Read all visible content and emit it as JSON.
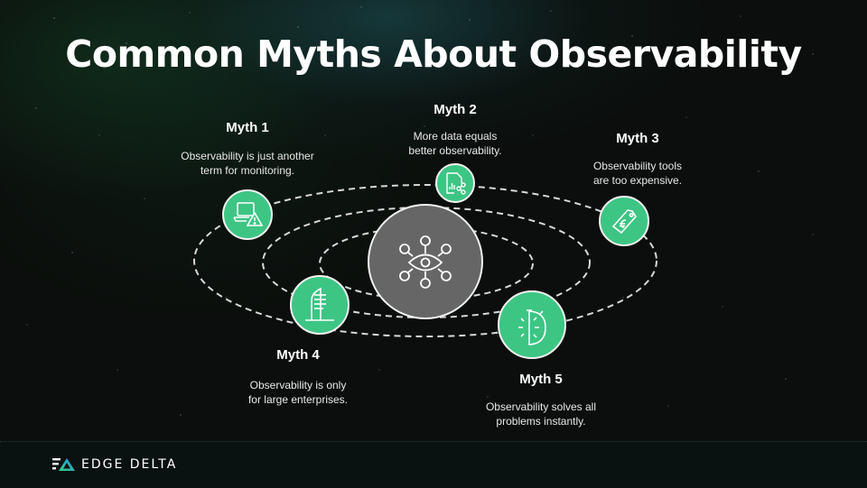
{
  "slide": {
    "title": "Common Myths About Observability"
  },
  "diagram": {
    "center": {
      "icon": "eye-network-icon",
      "fill": "#666666"
    },
    "accent_color": "#3dc584",
    "myths": [
      {
        "heading": "Myth 1",
        "text_lines": [
          "Observability is just another",
          "term for monitoring."
        ],
        "icon": "laptop-warning-icon"
      },
      {
        "heading": "Myth 2",
        "text_lines": [
          "More data equals",
          "better observability."
        ],
        "icon": "document-chart-share-icon"
      },
      {
        "heading": "Myth 3",
        "text_lines": [
          "Observability tools",
          "are too expensive."
        ],
        "icon": "price-tag-icon"
      },
      {
        "heading": "Myth 4",
        "text_lines": [
          "Observability is only",
          "for large enterprises."
        ],
        "icon": "skyscraper-icon"
      },
      {
        "heading": "Myth 5",
        "text_lines": [
          "Observability solves all",
          "problems instantly."
        ],
        "icon": "stopwatch-icon"
      }
    ]
  },
  "footer": {
    "brand": "EDGE DELTA"
  }
}
